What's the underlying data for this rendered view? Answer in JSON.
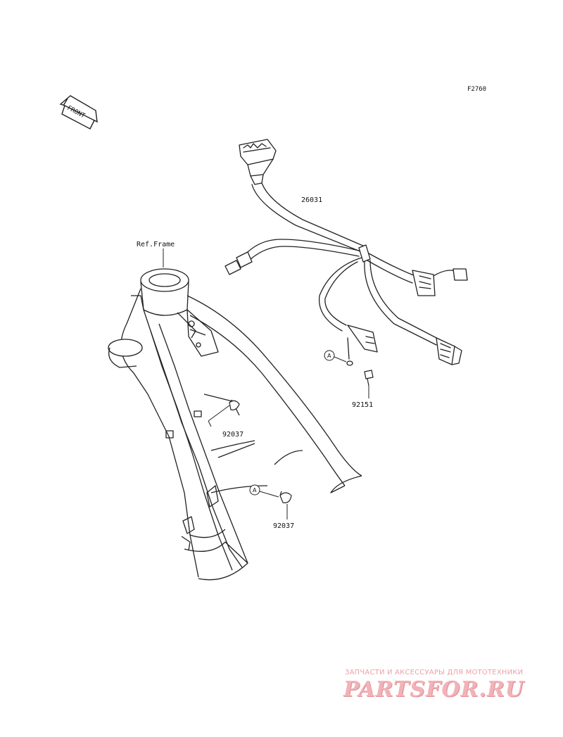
{
  "figure_code": "F2760",
  "front_label": "FRONT",
  "ref_label": "Ref.Frame",
  "callout_letter": "A",
  "parts": {
    "harness": "26031",
    "clamp_upper": "92037",
    "clamp_lower": "92037",
    "bolt": "92151"
  },
  "watermark": {
    "tagline": "ЗАПЧАСТИ И АКСЕССУАРЫ ДЛЯ МОТОТЕХНИКИ",
    "logo": "PARTSFOR.RU"
  },
  "colors": {
    "line": "#222222",
    "watermark": "#e9a3a8"
  }
}
